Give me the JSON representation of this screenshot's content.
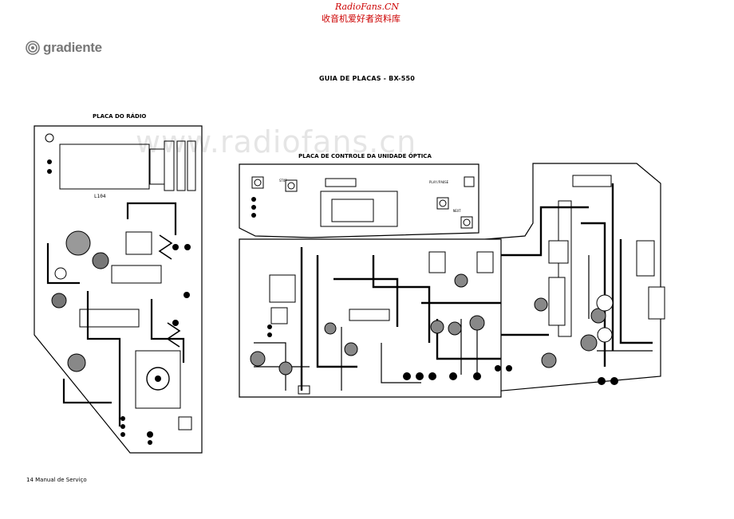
{
  "watermark": {
    "site_en": "RadioFans.CN",
    "site_cn": "收音机爱好者资料库",
    "url": "www.radiofans.cn"
  },
  "brand": {
    "name": "gradiente"
  },
  "page": {
    "title": "GUIA DE PLACAS - BX-550",
    "footer": "14 Manual de Serviço"
  },
  "boards": {
    "radio": {
      "label": "PLACA DO RÁDIO",
      "antenna": "L104"
    },
    "optical": {
      "label": "PLACA DE CONTROLE DA UNIDADE ÓPTICA",
      "buttons": [
        "STOP",
        "PLAY/PAUSE",
        "NEXT"
      ]
    }
  }
}
